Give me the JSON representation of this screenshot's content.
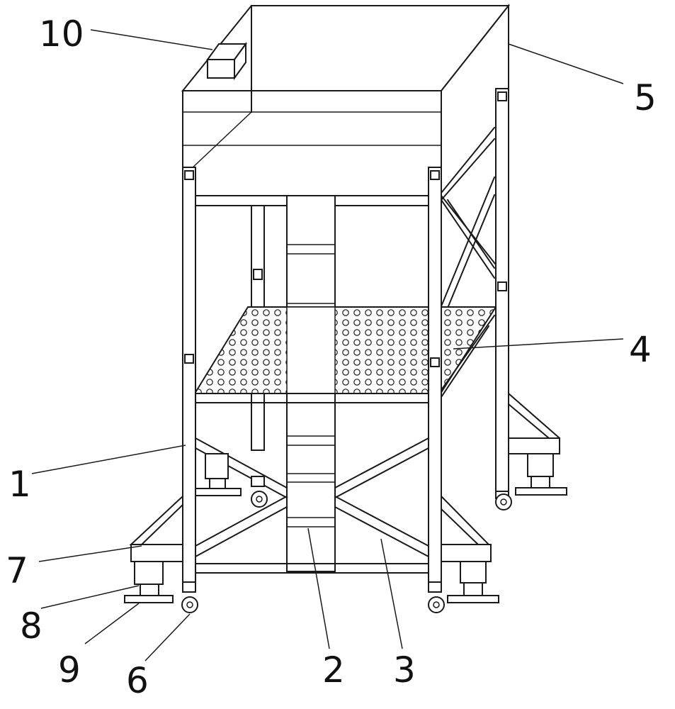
{
  "labels": [
    {
      "id": "1",
      "text": "1"
    },
    {
      "id": "2",
      "text": "2"
    },
    {
      "id": "3",
      "text": "3"
    },
    {
      "id": "4",
      "text": "4"
    },
    {
      "id": "5",
      "text": "5"
    },
    {
      "id": "6",
      "text": "6"
    },
    {
      "id": "7",
      "text": "7"
    },
    {
      "id": "8",
      "text": "8"
    },
    {
      "id": "9",
      "text": "9"
    },
    {
      "id": "10",
      "text": "10"
    }
  ],
  "colors": {
    "line": "#1a1a1a",
    "background": "#ffffff"
  }
}
